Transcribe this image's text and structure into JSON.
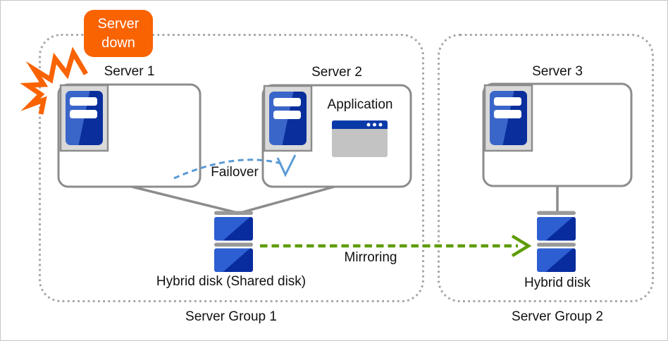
{
  "badge": {
    "label": "Server down"
  },
  "group1": {
    "label": "Server Group 1",
    "server1_label": "Server 1",
    "server2_label": "Server 2",
    "application_label": "Application",
    "failover_label": "Failover",
    "disk_label": "Hybrid disk (Shared disk)"
  },
  "group2": {
    "label": "Server Group 2",
    "server3_label": "Server 3",
    "disk_label": "Hybrid disk"
  },
  "mirroring_label": "Mirroring",
  "icons": {
    "server": "server-tower-icon",
    "application": "application-window-icon",
    "disk": "hybrid-disk-icon",
    "crash": "crash-burst-icon",
    "failover_arrow": "failover-dashed-arrow",
    "mirroring_arrow": "mirroring-dashed-arrow"
  },
  "colors": {
    "alert_orange": "#f96302",
    "failover_blue": "#5b9bd5",
    "mirroring_green": "#5e9c06",
    "server_blue_light": "#3a66c9",
    "server_blue_dark": "#0a2f9d",
    "disk_blue_light": "#2d5fd2",
    "disk_blue_dark": "#082c9e",
    "box_border_gray": "#8c8c8c",
    "group_border_gray": "#a6a6a6",
    "disk_bar_gray": "#999999",
    "icon_frame_gray": "#d9d9d9",
    "app_body_gray": "#c3c3c3",
    "app_titlebar_blue": "#0a3aa8"
  }
}
